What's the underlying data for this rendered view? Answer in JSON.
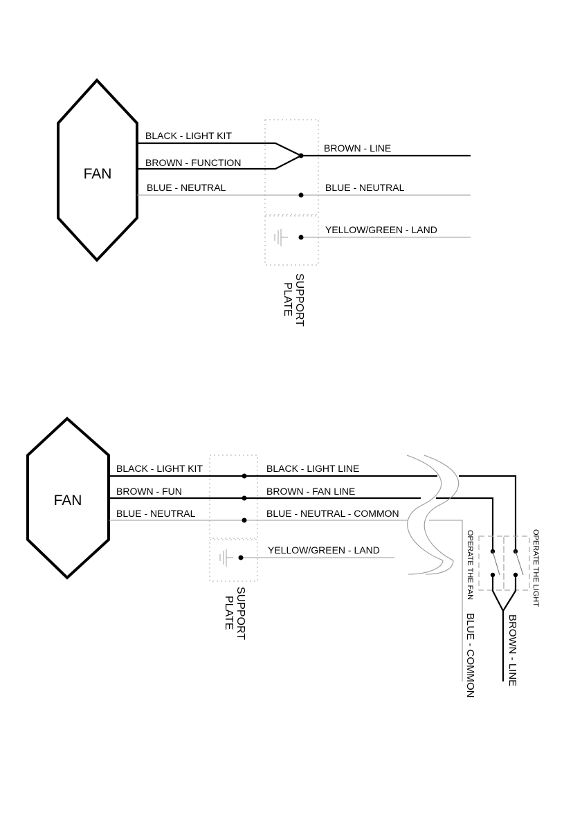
{
  "diagram1": {
    "fan_label": "FAN",
    "left_wires": [
      "BLACK - LIGHT KIT",
      "BROWN - FUNCTION",
      "BLUE - NEUTRAL"
    ],
    "right_wires": [
      "BROWN - LINE",
      "BLUE - NEUTRAL",
      "YELLOW/GREEN - LAND"
    ],
    "plate_label_1": "SUPPORT",
    "plate_label_2": "PLATE"
  },
  "diagram2": {
    "fan_label": "FAN",
    "left_wires": [
      "BLACK - LIGHT KIT",
      "BROWN - FUN",
      "BLUE - NEUTRAL"
    ],
    "right_wires": [
      "BLACK - LIGHT LINE",
      "BROWN - FAN LINE",
      "BLUE - NEUTRAL - COMMON",
      "YELLOW/GREEN - LAND"
    ],
    "plate_label_1": "SUPPORT",
    "plate_label_2": "PLATE",
    "switch_fan": "OPERATE THE FAN",
    "switch_light": "OPERATE THE LIGHT",
    "blue_common": "BLUE - COMMON",
    "brown_line": "BROWN - LINE"
  }
}
